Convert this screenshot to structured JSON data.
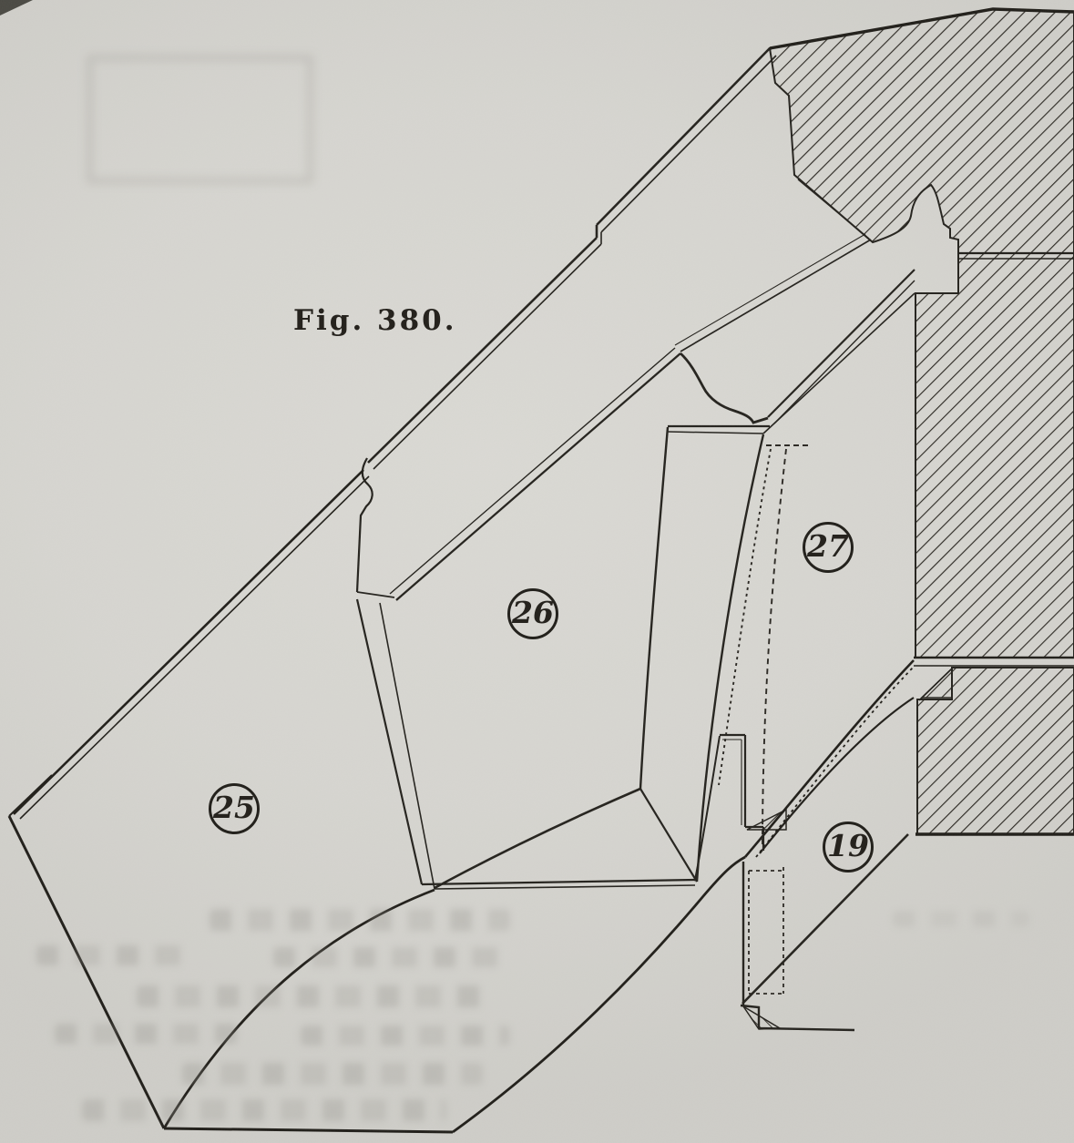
{
  "figure": {
    "label": "Fig. 380."
  },
  "stones": [
    {
      "id": "25",
      "label": "25"
    },
    {
      "id": "26",
      "label": "26"
    },
    {
      "id": "27",
      "label": "27"
    },
    {
      "id": "19",
      "label": "19"
    }
  ],
  "palette": {
    "paper": "#d7d6d1",
    "ink": "#24221d",
    "hatch_ink": "#2b2822",
    "bleed_through": "#a8a6a0"
  },
  "icons": {
    "hatching": "diagonal-section-hatch",
    "hidden_edges": "dashed-lines"
  }
}
